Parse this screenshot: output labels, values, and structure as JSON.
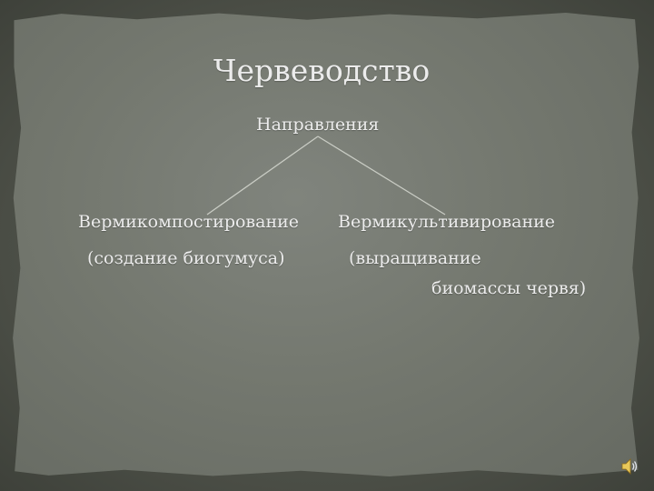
{
  "slide": {
    "title": "Червеводство",
    "subtitle": "Направления",
    "branches": [
      {
        "heading": "Вермикомпостирование",
        "description": "(создание биогумуса)"
      },
      {
        "heading": "Вермикультивирование",
        "description_line1": "(выращивание",
        "description_line2": "биомассы червя)"
      }
    ]
  },
  "colors": {
    "text": "#ececec",
    "connector": "#c9ccc4",
    "slide_bg": "#74786f",
    "frame_bg": "#4a4d44"
  },
  "icons": {
    "audio": "speaker-icon"
  }
}
